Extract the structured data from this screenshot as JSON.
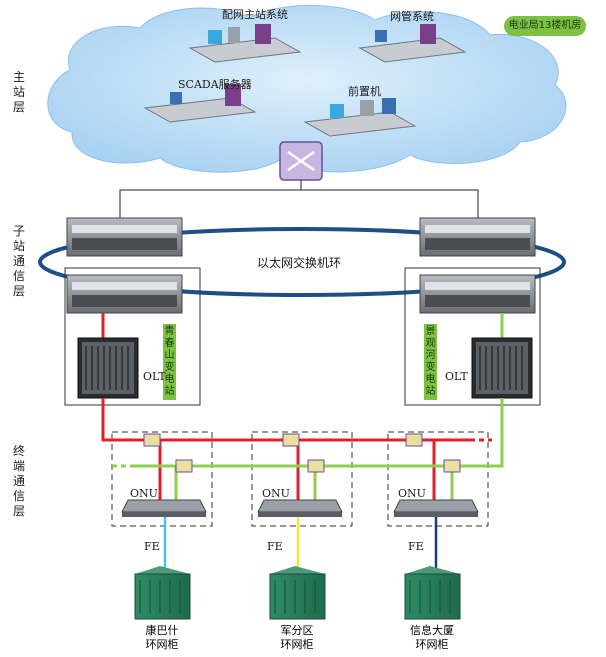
{
  "room_badge": "电业局13楼机房",
  "layers": {
    "master": "主站层",
    "substation": "子站通信层",
    "terminal": "终端通信层"
  },
  "cloud_systems": {
    "distribution": "配网主站系统",
    "netmgmt": "网管系统",
    "scada": "SCADA服务器",
    "frontend": "前置机"
  },
  "ring_label": "以太网交换机环",
  "stations": {
    "left": "青春山变电站",
    "right": "景观河变电站"
  },
  "olt_label": "OLT",
  "onu_label": "ONU",
  "fe_label": "FE",
  "cabinets": [
    {
      "name": "康巴什",
      "type": "环网柜",
      "color": "#40c4ea"
    },
    {
      "name": "军分区",
      "type": "环网柜",
      "color": "#f2ea2a"
    },
    {
      "name": "信息大厦",
      "type": "环网柜",
      "color": "#1a3d7a"
    }
  ],
  "colors": {
    "red_link": "#e3202a",
    "green_link": "#8ccf4e",
    "ring": "#1d4e86",
    "cloud": "#b3d8f5"
  }
}
